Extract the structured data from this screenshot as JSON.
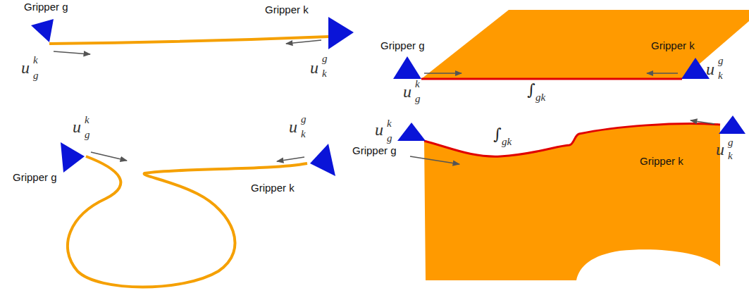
{
  "diagram": {
    "labels": [
      "Gripper g",
      "Gripper k",
      "u",
      "k",
      "g",
      "u",
      "g",
      "k",
      "Gripper g",
      "Gripper k",
      "u",
      "k",
      "g",
      "u",
      "g",
      "k",
      "∫",
      "gk",
      "u",
      "k",
      "g",
      "Gripper g",
      "u",
      "g",
      "k",
      "Gripper k",
      "u",
      "k",
      "g",
      "∫",
      "gk",
      "u",
      "g",
      "k",
      "Gripper g",
      "Gripper k"
    ]
  }
}
